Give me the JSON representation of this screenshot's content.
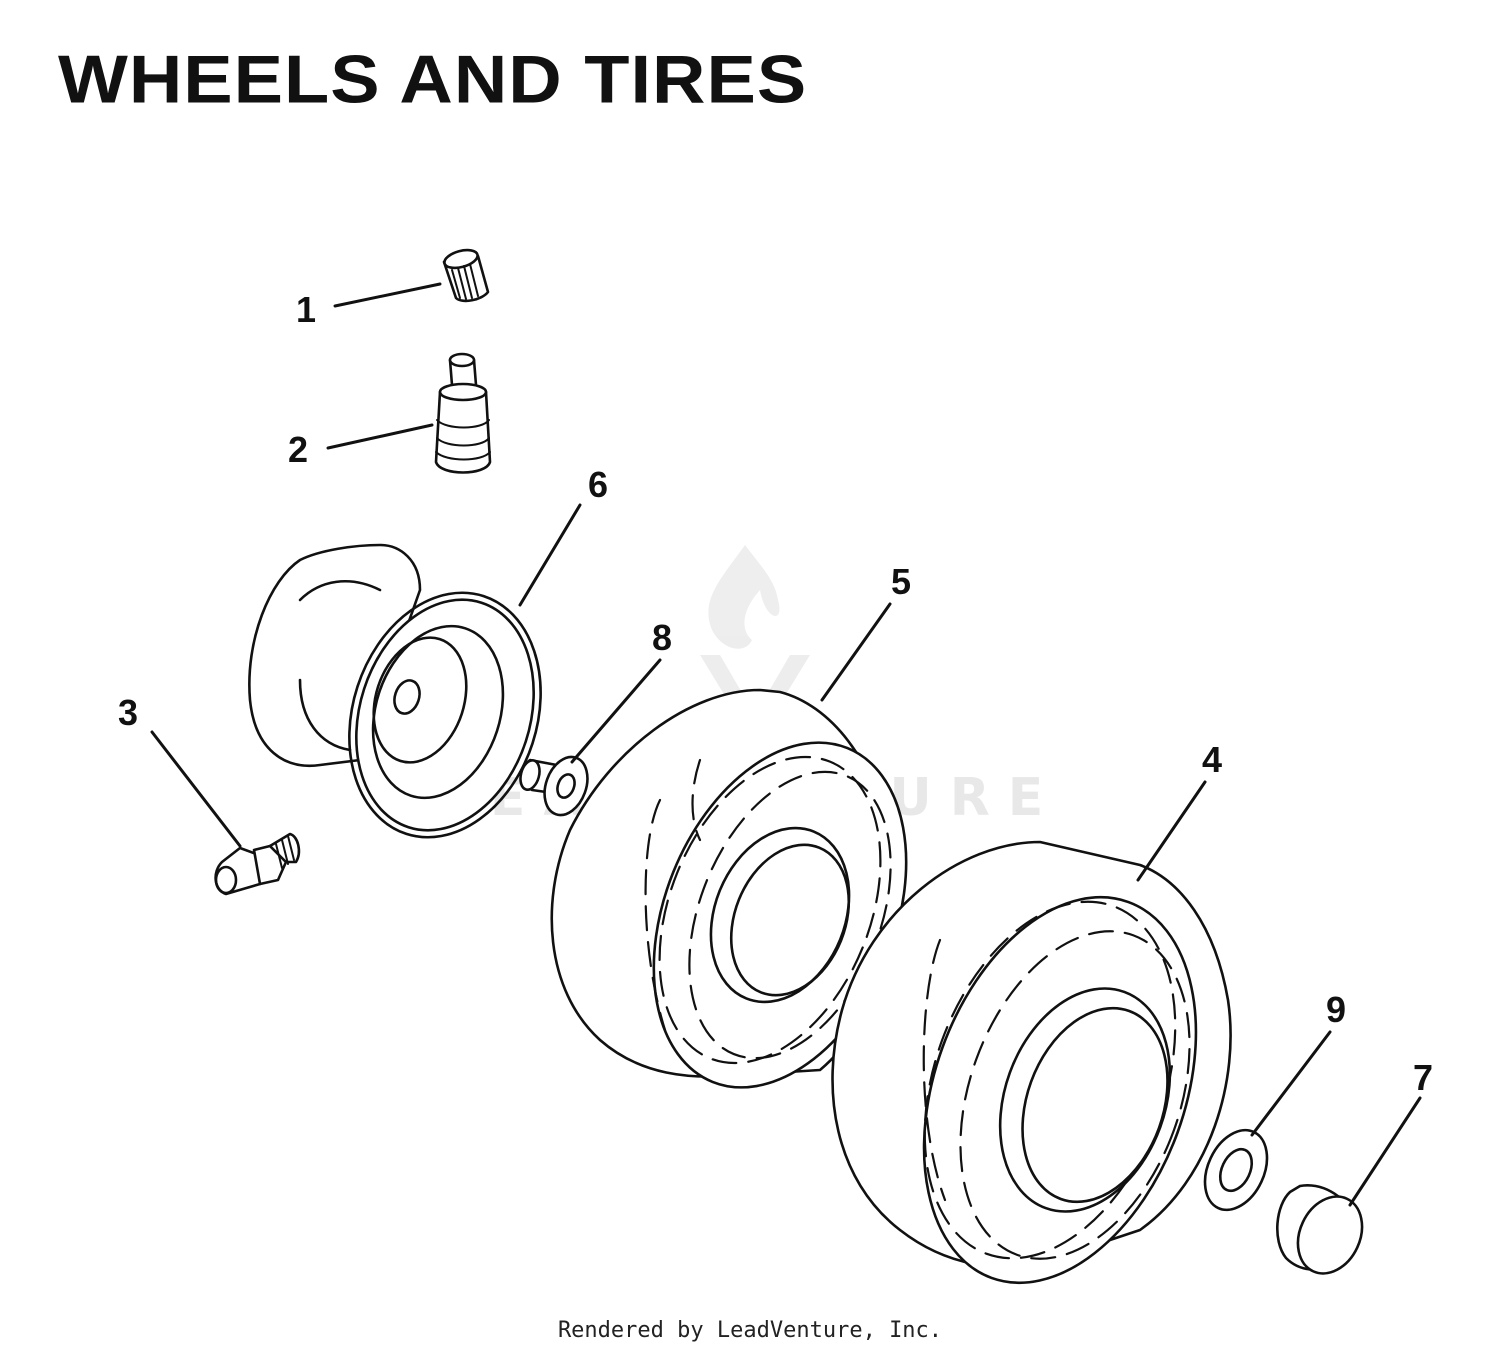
{
  "title": "WHEELS AND TIRES",
  "callouts": {
    "c1": "1",
    "c2": "2",
    "c3": "3",
    "c4": "4",
    "c5": "5",
    "c6": "6",
    "c7": "7",
    "c8": "8",
    "c9": "9"
  },
  "watermark": {
    "text": "LEADVENTURE",
    "icon": "flame-logo-icon"
  },
  "footer": "Rendered by LeadVenture, Inc."
}
